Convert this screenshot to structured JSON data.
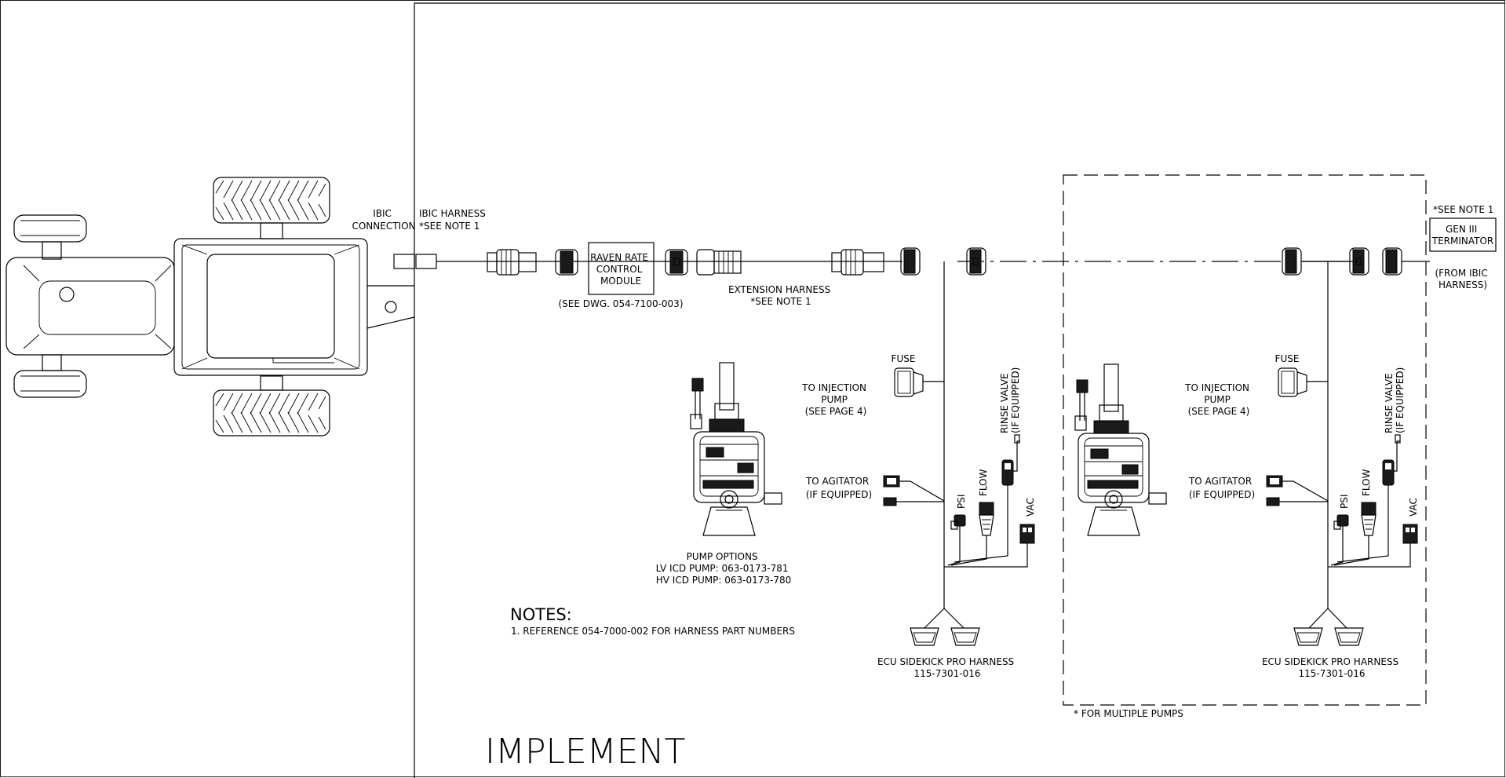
{
  "labels": {
    "ibic_connection": [
      "IBIC",
      "CONNECTION"
    ],
    "ibic_harness": [
      "IBIC HARNESS",
      "*SEE NOTE 1"
    ],
    "rate_module": [
      "RAVEN RATE",
      "CONTROL",
      "MODULE"
    ],
    "rate_module_ref": "(SEE DWG. 054-7100-003)",
    "extension_harness": [
      "EXTENSION HARNESS",
      "*SEE NOTE 1"
    ],
    "terminator_note": "*SEE NOTE 1",
    "terminator": [
      "GEN III",
      "TERMINATOR"
    ],
    "terminator_from": [
      "(FROM IBIC",
      "HARNESS)"
    ],
    "fuse": "FUSE",
    "injection_pump": [
      "TO INJECTION",
      "PUMP",
      "(SEE PAGE 4)"
    ],
    "agitator": [
      "TO AGITATOR",
      "(IF EQUIPPED)"
    ],
    "rinse_valve": [
      "RINSE VALVE",
      "(IF EQUIPPED)"
    ],
    "psi": "PSI",
    "flow": "FLOW",
    "vac": "VAC",
    "ecu_harness": [
      "ECU SIDEKICK PRO HARNESS",
      "115-7301-016"
    ],
    "pump_options": [
      "PUMP OPTIONS",
      "LV ICD PUMP: 063-0173-781",
      "HV ICD PUMP: 063-0173-780"
    ],
    "multiple_pumps": "* FOR MULTIPLE PUMPS",
    "notes_title": "NOTES:",
    "note_1": "1.  REFERENCE 054-7000-002 FOR HARNESS PART NUMBERS",
    "implement": "IMPLEMENT"
  },
  "icons": [
    "tractor-icon",
    "connector-icon",
    "fuse-icon",
    "injection-pump-icon",
    "sensor-icon",
    "valve-icon"
  ]
}
